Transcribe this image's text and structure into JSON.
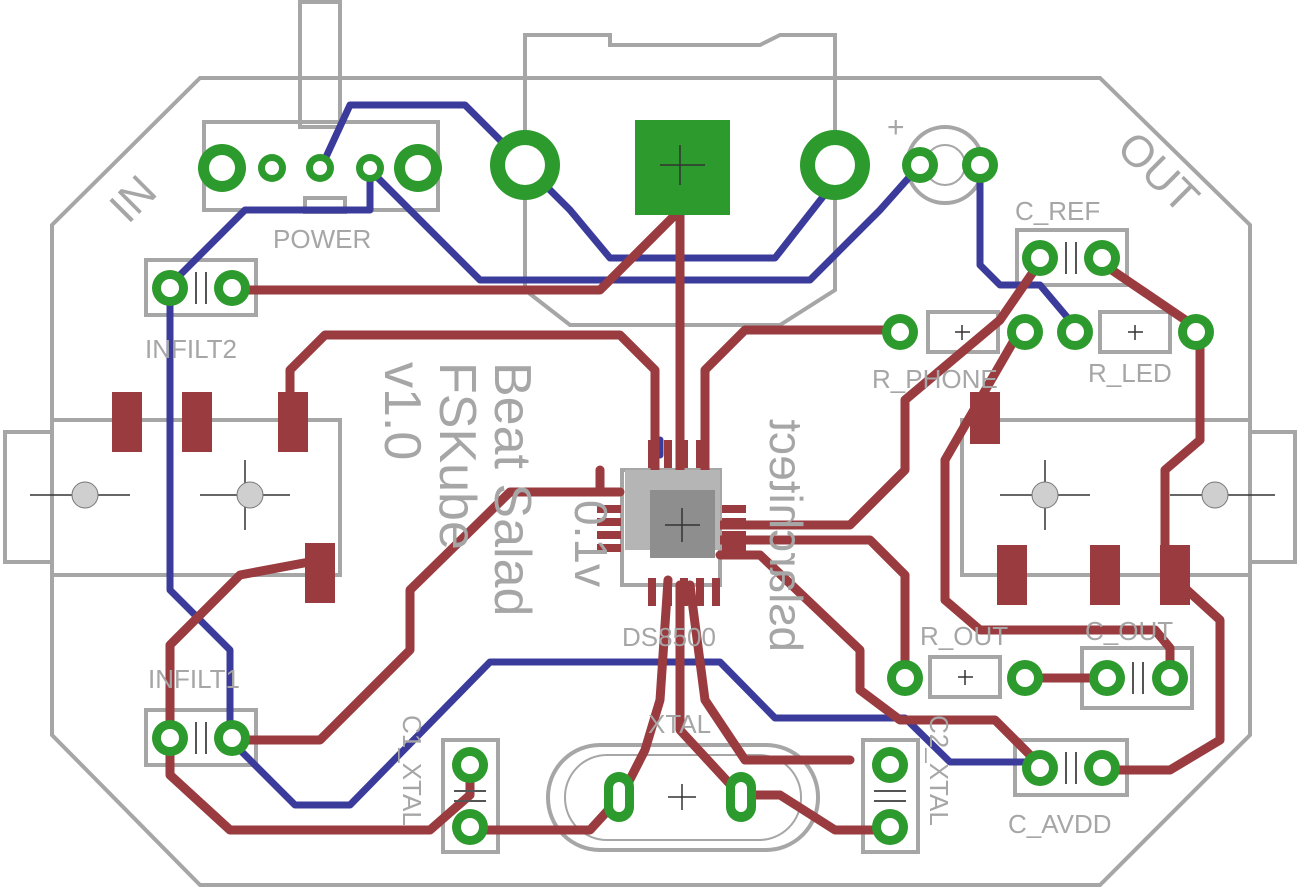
{
  "board": {
    "edge_label_in": "IN",
    "edge_label_out": "OUT",
    "title_line1": "Beat Salad",
    "title_line2": "FSKube",
    "title_line3": "v1.0",
    "chip_label": "DS8500",
    "chip_text_a": "bslarchitect",
    "chip_text_b": "0.1v",
    "colors": {
      "top_copper": "#9a3b3f",
      "bottom_copper": "#3b3b9c",
      "pads": "#2c9a2c",
      "silkscreen": "#a6a6a6"
    }
  },
  "components": {
    "power": "POWER",
    "infilt2": "INFILT2",
    "infilt1": "INFILT1",
    "c_ref": "C_REF",
    "r_phone": "R_PHONE",
    "r_led": "R_LED",
    "r_out": "R_OUT",
    "c_out": "C_OUT",
    "xtal": "XTAL",
    "c1_xtal": "C1_XTAL",
    "c2_xtal": "C2_XTAL",
    "c_avdd": "C_AVDD",
    "plus_sign": "+"
  }
}
